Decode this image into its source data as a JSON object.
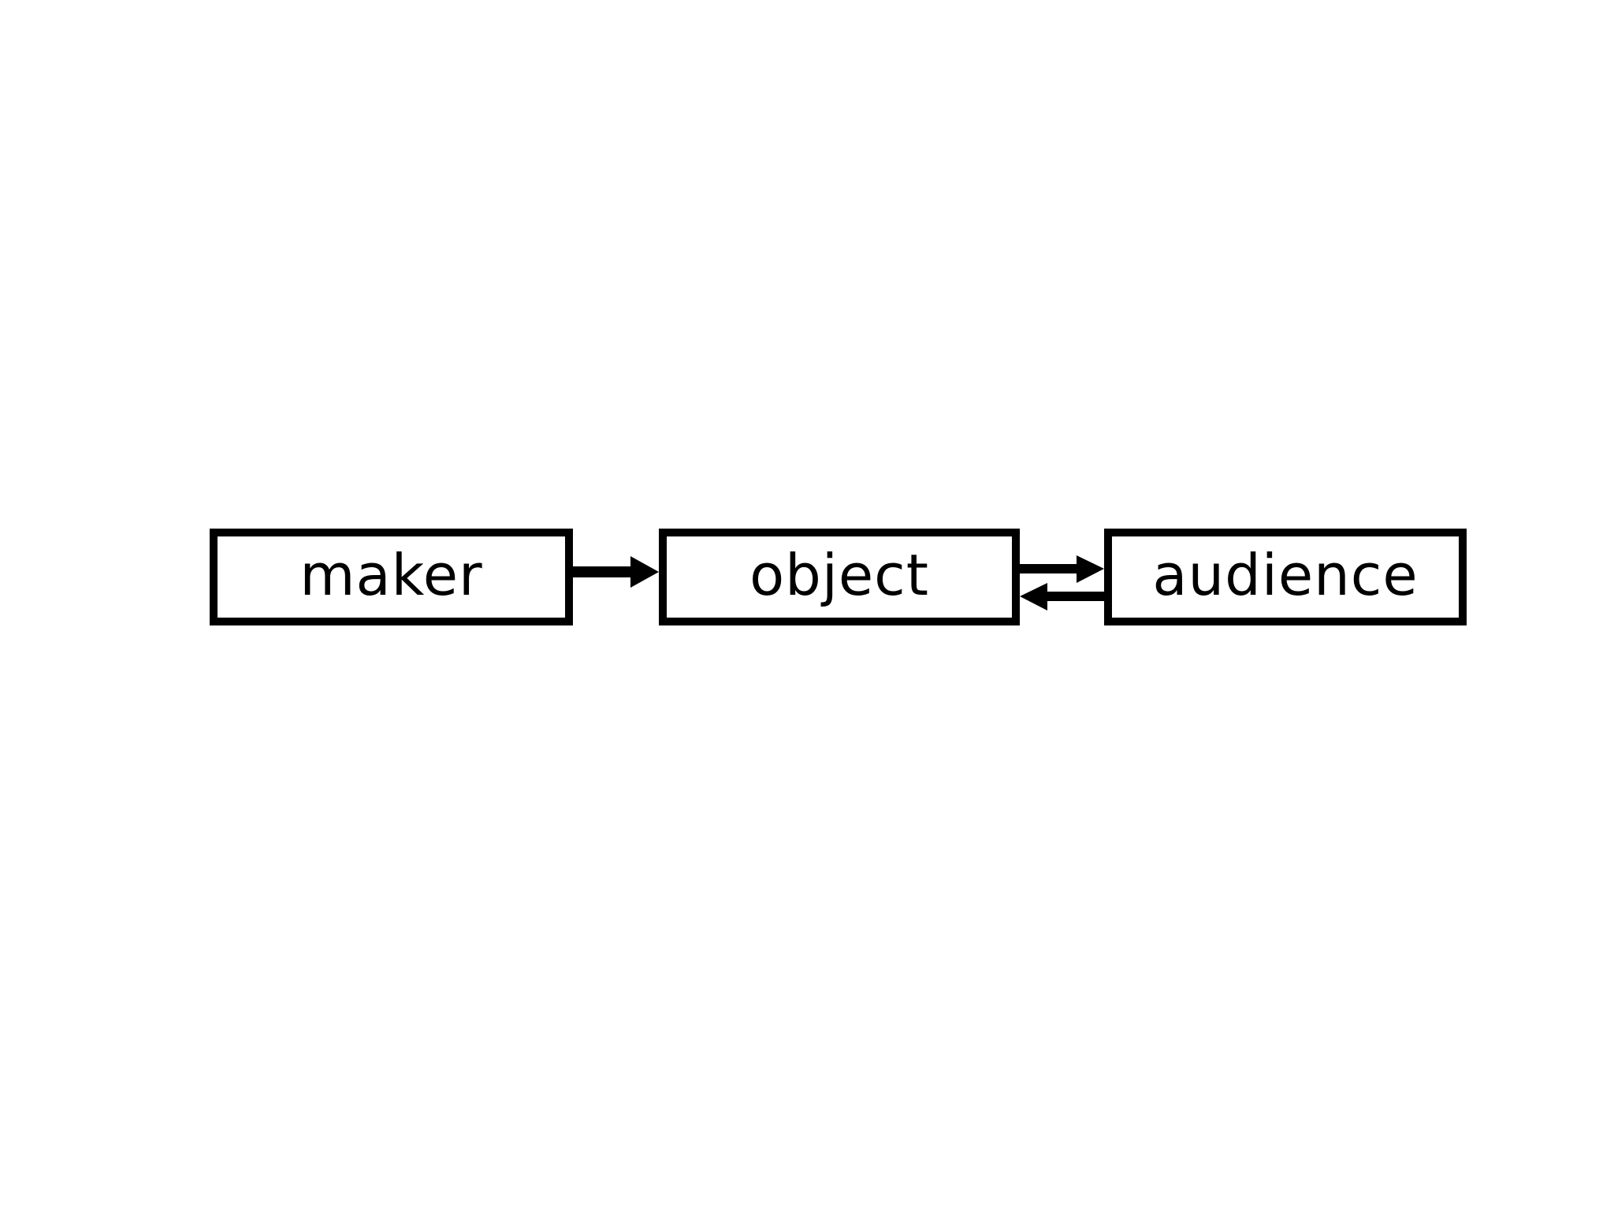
{
  "diagram": {
    "nodes": [
      {
        "id": "maker",
        "label": "maker"
      },
      {
        "id": "object",
        "label": "object"
      },
      {
        "id": "audience",
        "label": "audience"
      }
    ],
    "edges": [
      {
        "from": "maker",
        "to": "object"
      },
      {
        "from": "object",
        "to": "audience"
      },
      {
        "from": "audience",
        "to": "object"
      }
    ],
    "colors": {
      "stroke": "#000000",
      "background": "#ffffff",
      "text": "#000000"
    }
  }
}
